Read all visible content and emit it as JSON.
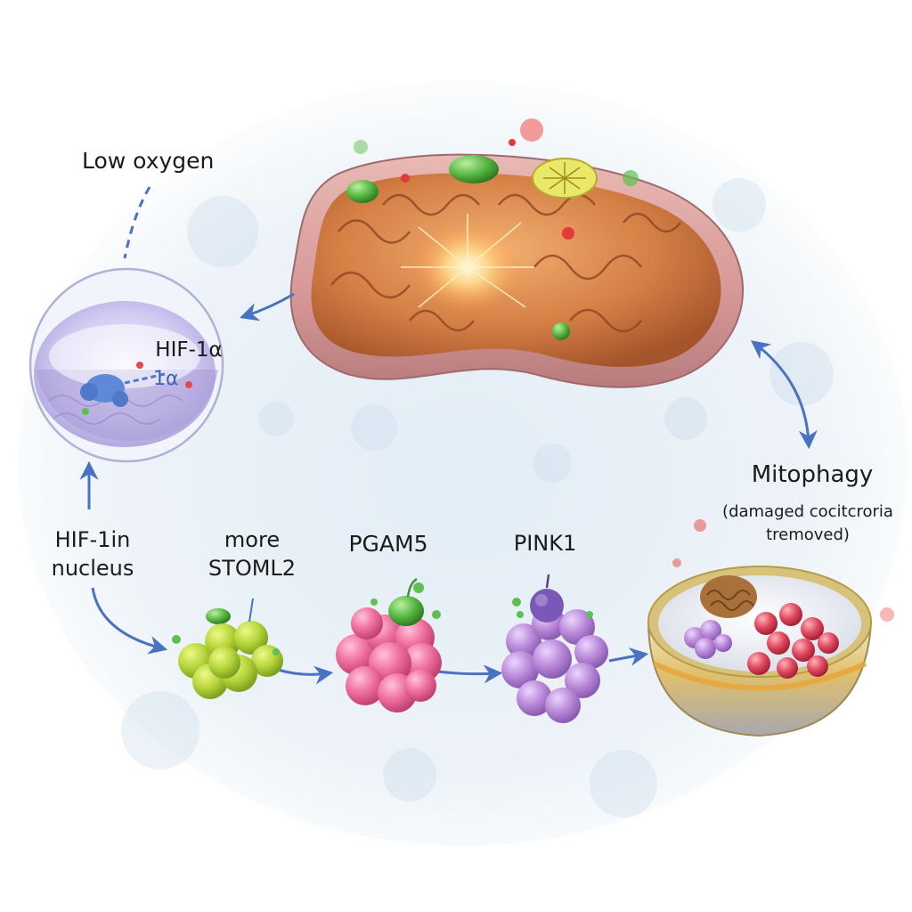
{
  "labels": {
    "low_oxygen": "Low oxygen",
    "hif_inside": "HIF-1α",
    "hif_nucleus_line1": "HIF-1in",
    "hif_nucleus_line2": "nucleus",
    "stoml2_line1": "more",
    "stoml2_line2": "STOML2",
    "pgam5": "PGAM5",
    "pink1": "PINK1",
    "mitophagy_title": "Mitophagy",
    "mitophagy_sub_line1": "(damaged cocitcroria",
    "mitophagy_sub_line2": "tremoved)"
  },
  "colors": {
    "arrow": "#4a72c2",
    "membrane": "#c98e8e",
    "cristae": "#d3824a",
    "stoml2_cluster": "#b5d43f",
    "pgam5_cluster": "#ec6f9d",
    "pink1_cluster": "#b98ad8",
    "nucleus": "#c9c4ef",
    "lysosome_rim": "#e2c46a"
  }
}
